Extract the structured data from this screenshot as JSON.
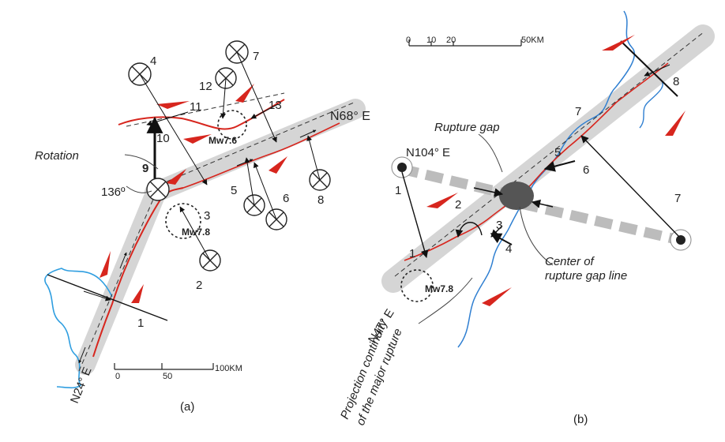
{
  "panel_a": {
    "label": "(a)",
    "orientations": {
      "ne": "N68° E",
      "sw": "N24° E"
    },
    "angle": "136º",
    "rotation": "Rotation",
    "magnitudes": {
      "south": "Mw7.8",
      "north": "Mw7.6"
    },
    "numbers": [
      "1",
      "2",
      "3",
      "4",
      "5",
      "6",
      "7",
      "8",
      "9",
      "10",
      "11",
      "12",
      "13"
    ],
    "scale": [
      "0",
      "50",
      "100KM"
    ]
  },
  "panel_b": {
    "label": "(b)",
    "orientations": {
      "east": "N104° E",
      "sw": "N47° E"
    },
    "magnitude": "Mw7.8",
    "rupture_gap": "Rupture gap",
    "center_label": [
      "Center of",
      "rupture gap line"
    ],
    "projection_label": [
      "Projection continuity",
      "of the major rupture"
    ],
    "numbers": [
      "1",
      "1",
      "2",
      "3",
      "4",
      "5",
      "6",
      "7",
      "7",
      "8"
    ],
    "scale": [
      "0",
      "10",
      "20",
      "50KM"
    ]
  },
  "colors": {
    "fault_band": "#d5d5d5",
    "rupture": "#d7261e",
    "river": "#2f7fd1"
  }
}
